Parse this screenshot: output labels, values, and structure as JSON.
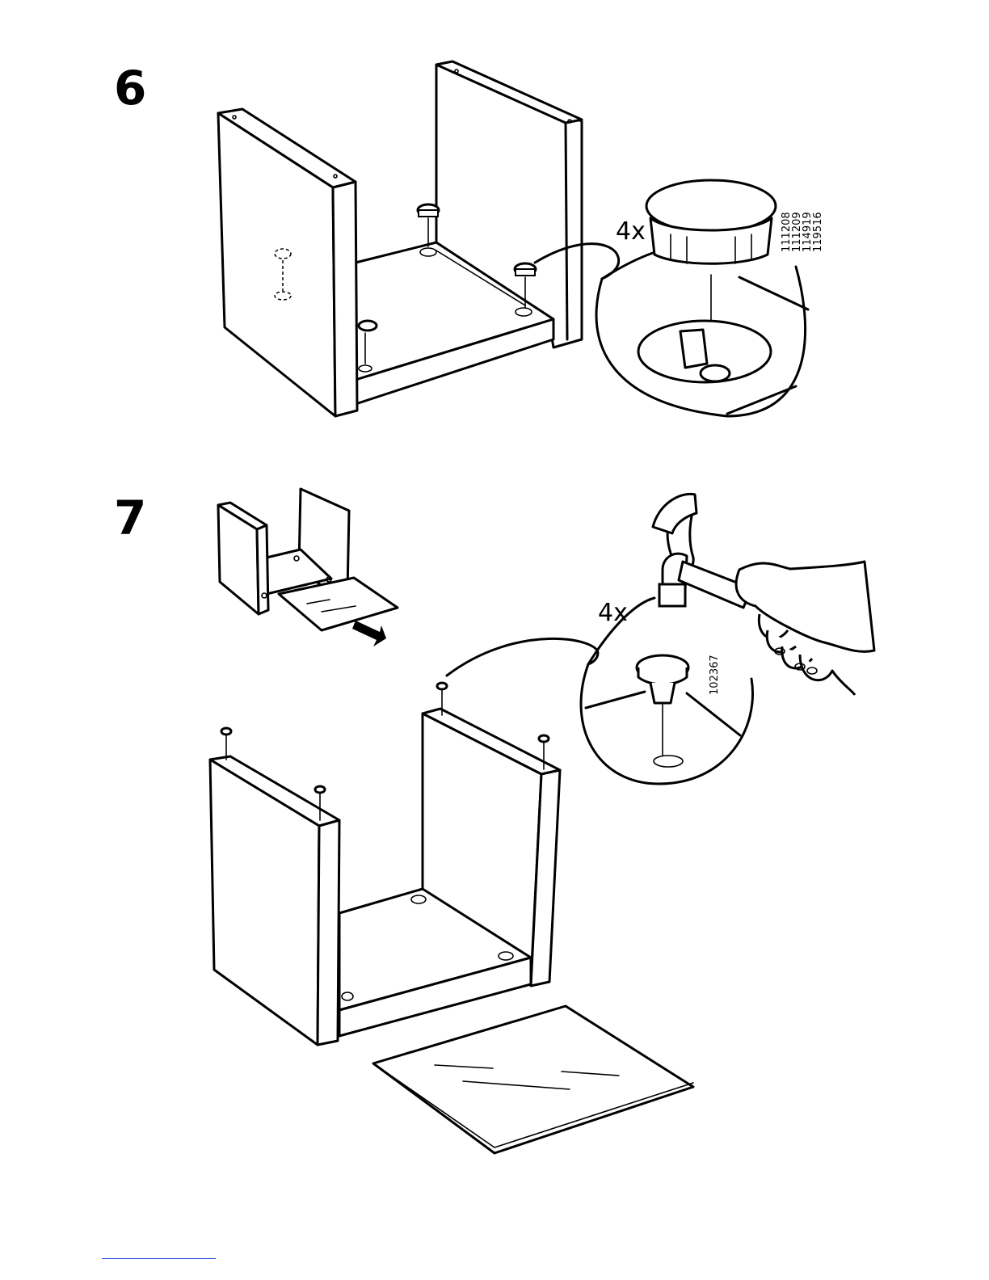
{
  "steps": [
    {
      "number": "6",
      "quantity": "4x",
      "part_numbers": [
        "111208",
        "111209",
        "114919",
        "119516"
      ]
    },
    {
      "number": "7",
      "quantity": "4x",
      "part_numbers": [
        "102367"
      ]
    }
  ],
  "colors": {
    "line": "#000000",
    "background": "#ffffff",
    "footer_link": "#2a4fd4"
  },
  "icons": [
    "cabinet-frame",
    "cover-cap",
    "magnifier-callout",
    "hammer",
    "hand",
    "glass-panel",
    "nail-foot",
    "arrow"
  ]
}
